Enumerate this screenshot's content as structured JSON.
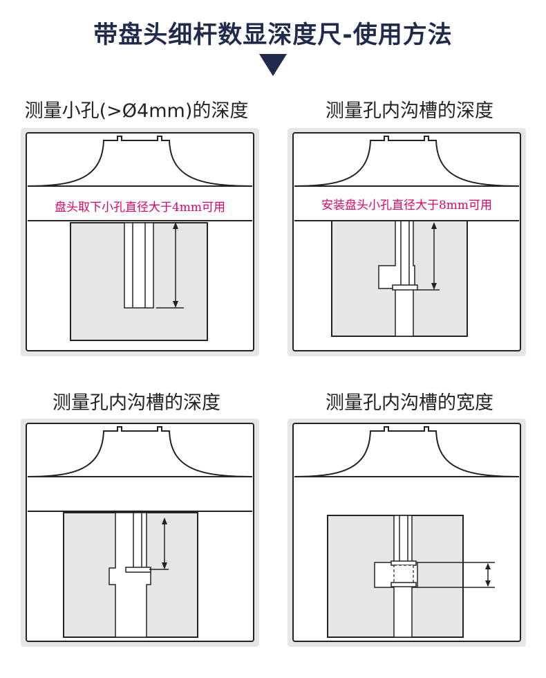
{
  "title": "带盘头细杆数显深度尺-使用方法",
  "panels": [
    {
      "caption": "测量小孔(>Ø4mm)的深度",
      "note": "盘头取下小孔直径大于4mm可用"
    },
    {
      "caption": "测量孔内沟槽的深度",
      "note": "安装盘头小孔直径大于8mm可用"
    },
    {
      "caption": "测量孔内沟槽的深度",
      "note": ""
    },
    {
      "caption": "测量孔内沟槽的宽度",
      "note": ""
    }
  ],
  "colors": {
    "title": "#1f2a4d",
    "note": "#e0006a",
    "panel_bg": "#e6e6e6",
    "line": "#222222"
  }
}
